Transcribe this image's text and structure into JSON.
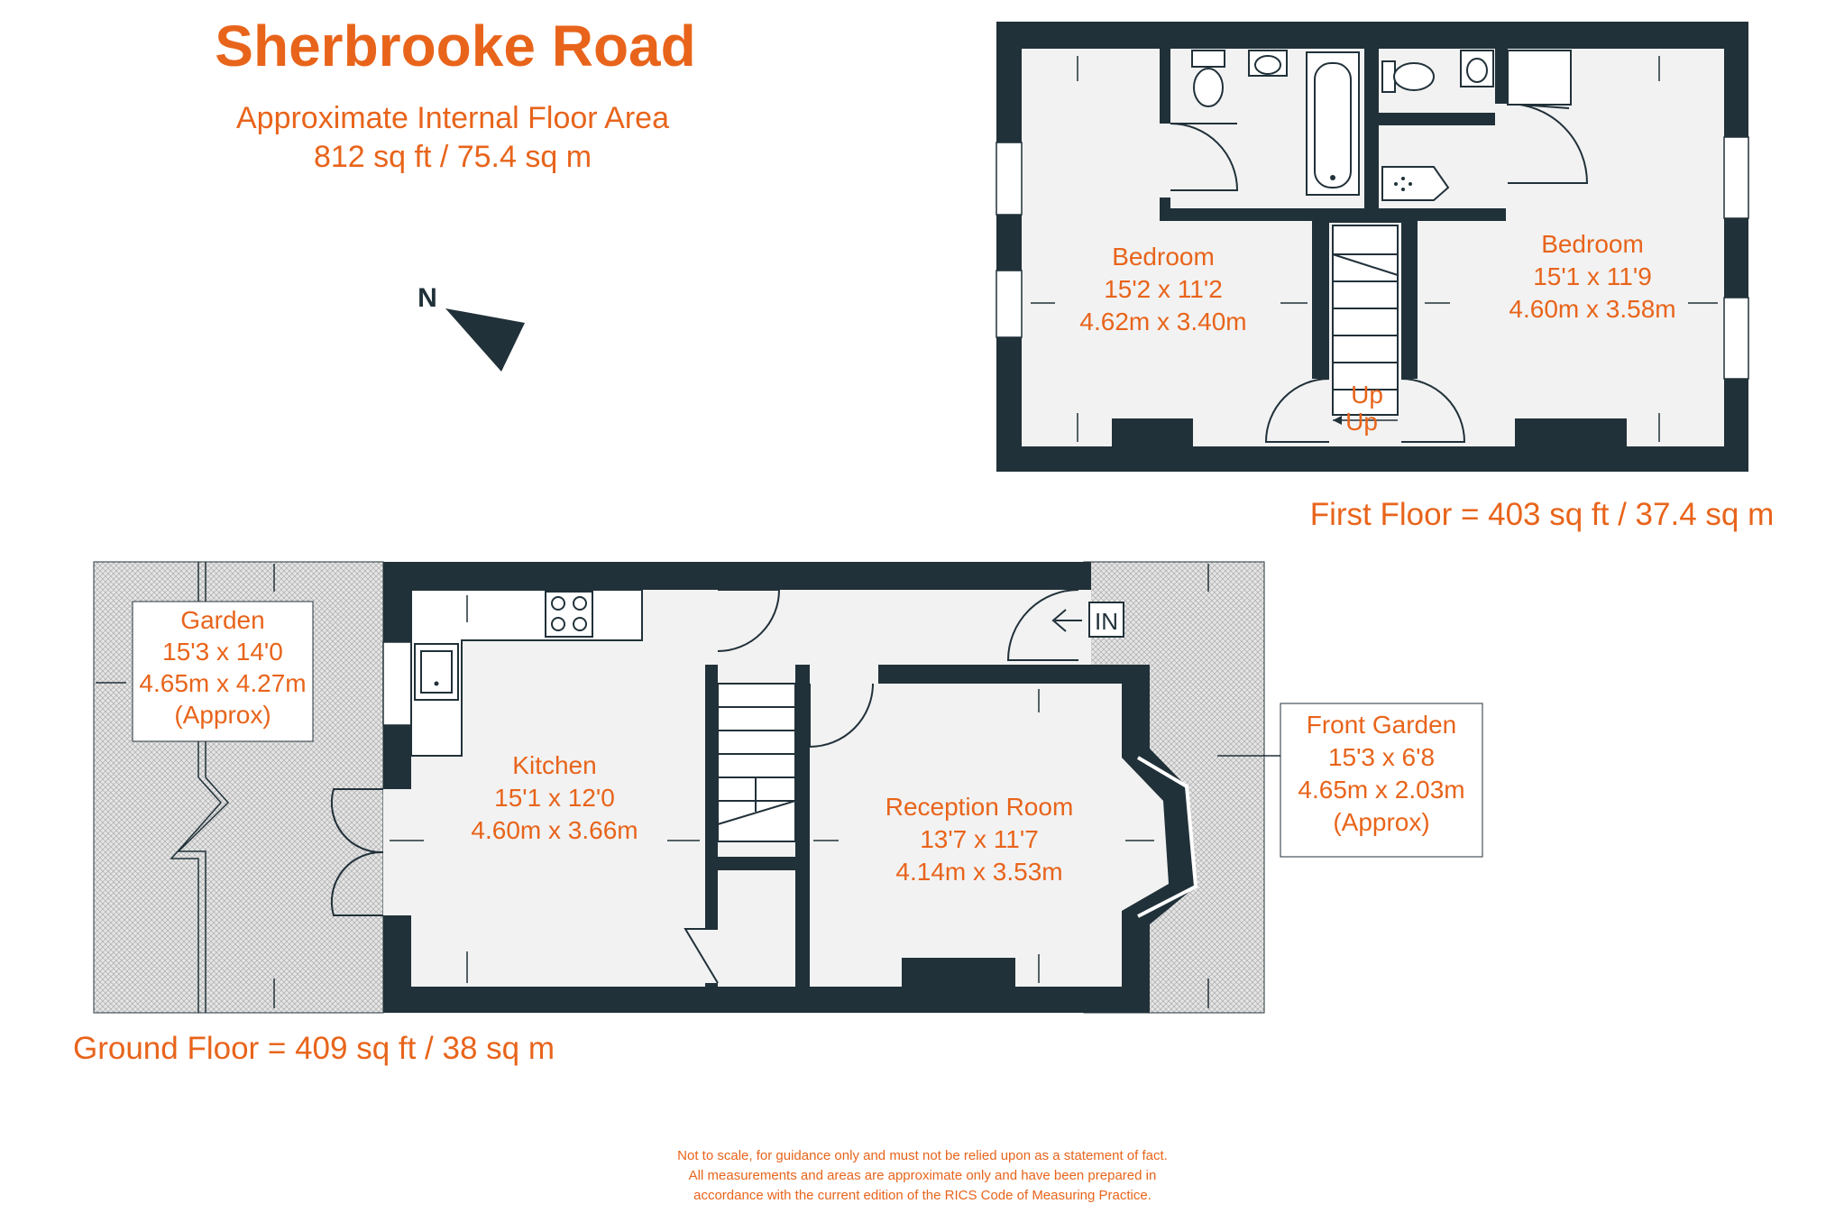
{
  "header": {
    "title": "Sherbrooke Road",
    "subtitle_line1": "Approximate Internal Floor Area",
    "subtitle_line2": "812 sq ft / 75.4 sq m"
  },
  "compass": {
    "label": "N"
  },
  "first_floor": {
    "label": "First Floor = 403 sq ft / 37.4 sq m",
    "bedroom_left": {
      "name": "Bedroom",
      "imperial": "15'2 x 11'2",
      "metric": "4.62m x 3.40m"
    },
    "bedroom_right": {
      "name": "Bedroom",
      "imperial": "15'1 x 11'9",
      "metric": "4.60m x 3.58m"
    },
    "stairs_up_1": "Up",
    "stairs_up_2": "Up"
  },
  "ground_floor": {
    "label": "Ground Floor = 409 sq ft / 38 sq m",
    "garden": {
      "name": "Garden",
      "imperial": "15'3 x 14'0",
      "metric": "4.65m x 4.27m",
      "note": "(Approx)"
    },
    "kitchen": {
      "name": "Kitchen",
      "imperial": "15'1 x 12'0",
      "metric": "4.60m x 3.66m"
    },
    "reception": {
      "name": "Reception Room",
      "imperial": "13'7 x 11'7",
      "metric": "4.14m x 3.53m"
    },
    "front_garden": {
      "name": "Front Garden",
      "imperial": "15'3 x 6'8",
      "metric": "4.65m x 2.03m",
      "note": "(Approx)"
    },
    "entrance": "IN"
  },
  "disclaimer": {
    "line1": "Not to scale, for guidance only and must not be relied upon as a statement of fact.",
    "line2": "All measurements and areas are approximate only and have been prepared in",
    "line3": "accordance with the current edition of the RICS Code of Measuring Practice."
  },
  "colors": {
    "accent": "#e8641b",
    "wall": "#213139",
    "floor": "#f2f2f2"
  },
  "icons": [
    "compass-arrow-icon",
    "toilet-icon",
    "basin-icon",
    "bathtub-icon",
    "shower-icon",
    "hob-icon",
    "sink-icon",
    "stairs-icon",
    "door-swing-icon",
    "entrance-arrow-icon"
  ]
}
